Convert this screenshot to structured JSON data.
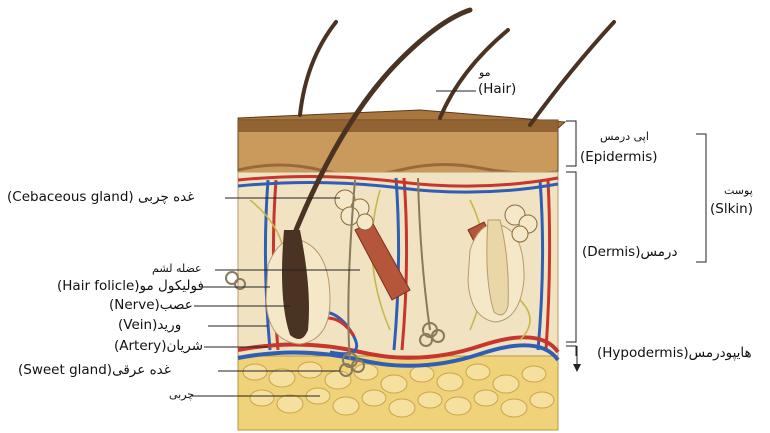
{
  "labels": {
    "hair_fa": "مو",
    "hair_en": "(Hair)",
    "epidermis_fa": "اپی درمس",
    "epidermis_en": "(Epidermis)",
    "skin_fa": "پوست",
    "skin_en": "(Slkin)",
    "dermis": "(Dermis)درمس",
    "hypodermis": "(Hypodermis)هایپودرمس",
    "cebaceous": "(Cebaceous gland) غده چربی",
    "muscle": "عضله لشم",
    "follicle": "(Hair folicle)فولیکول مو",
    "nerve": "(Nerve)عصب",
    "vein": "(Vein)ورید",
    "artery": "(Artery)شریان",
    "sweet": "(Sweet gland)غده عرقی",
    "fat": "چربی"
  },
  "colors": {
    "epidermis_top": "#8a5a2c",
    "epidermis_layer": "#c99a5c",
    "dermis": "#f1e2c2",
    "fat": "#f0d27a",
    "vein": "#2f5fb4",
    "artery": "#c6362c",
    "nerve": "#c7b84a",
    "hair": "#4a3322",
    "muscle": "#b5553a"
  }
}
